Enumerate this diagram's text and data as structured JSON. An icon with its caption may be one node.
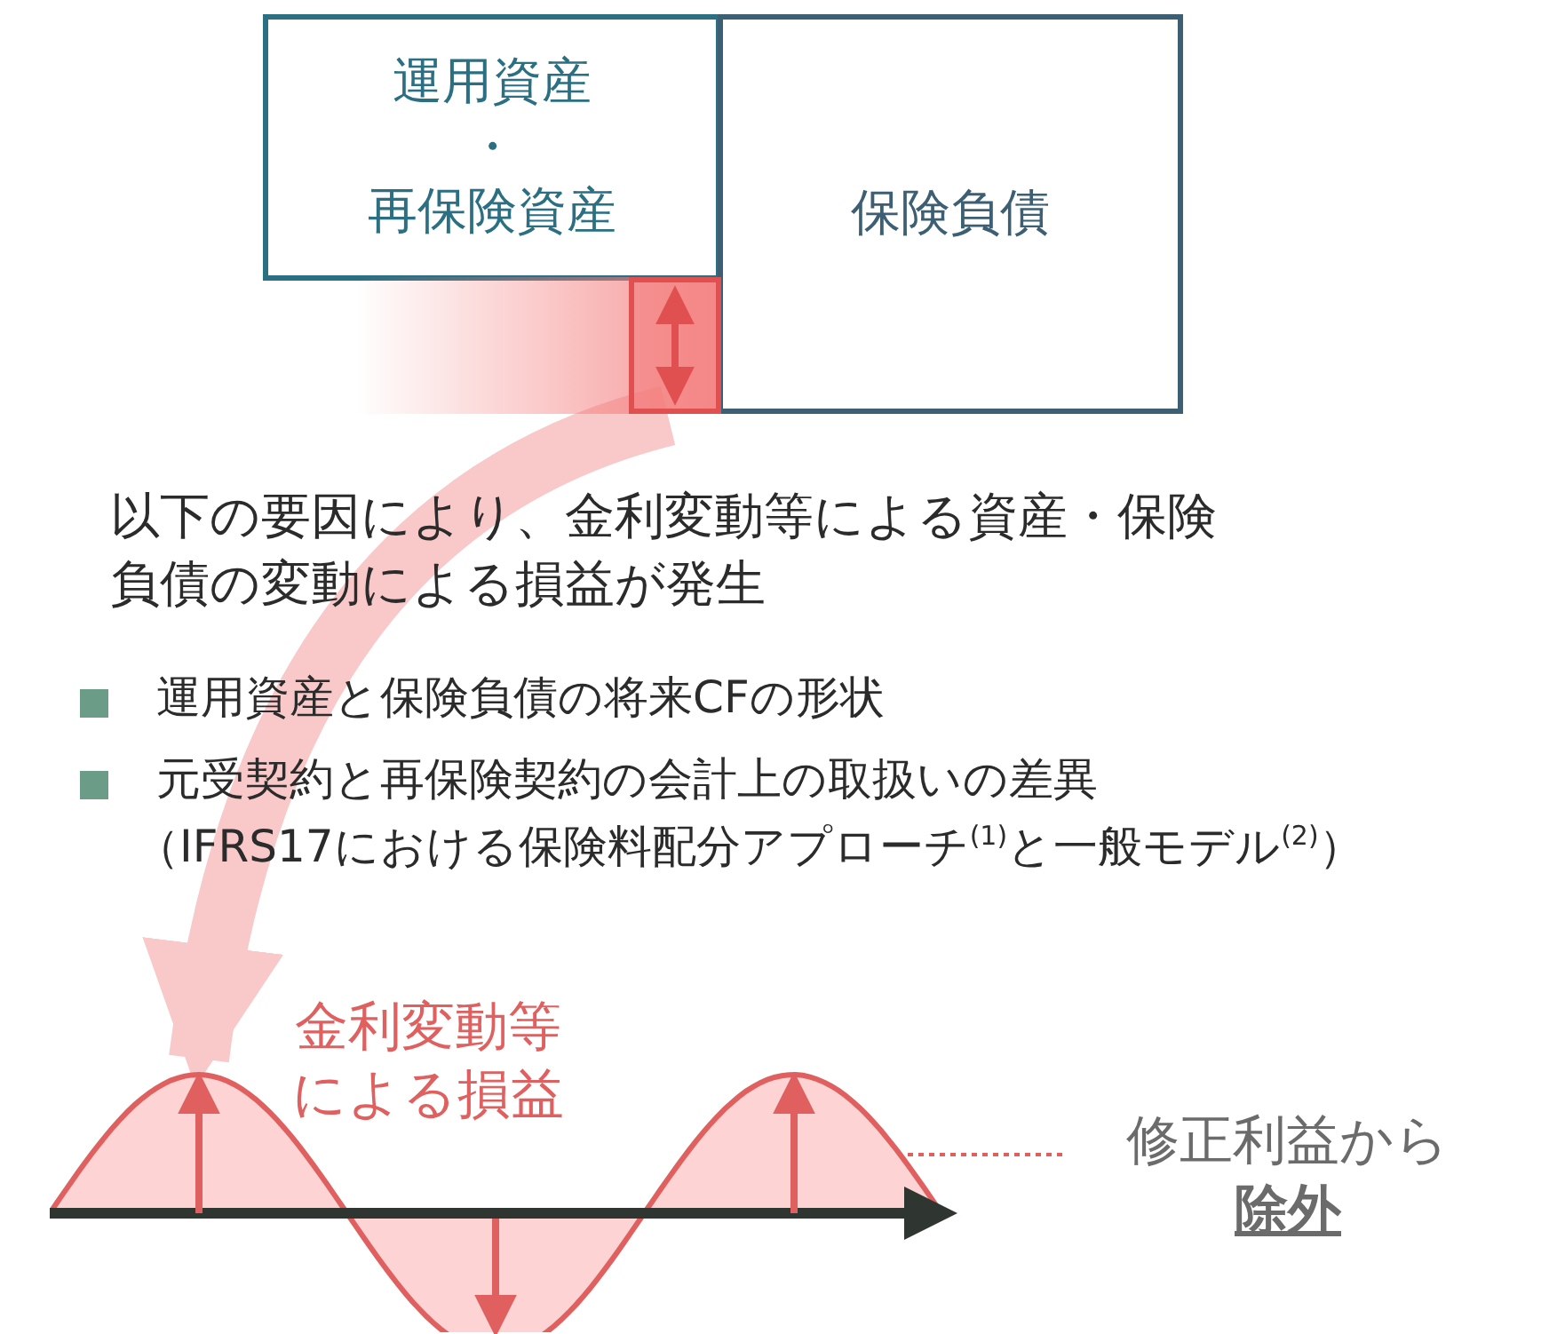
{
  "diagram": {
    "nodes": [
      {
        "text": [
          "運用資産",
          "・",
          "再保険資産"
        ]
      },
      {
        "text": [
          "保険負債"
        ]
      },
      {
        "text": [],
        "shape": "bar"
      },
      {
        "text": [],
        "shape": "curve",
        "beside": [
          "金利変動等による損益"
        ]
      },
      {
        "text": [
          "修正利益から",
          "除外"
        ]
      }
    ],
    "edges": [
      {
        "from": 2,
        "to": 3,
        "arrow": "to",
        "style": "thick",
        "color": "#f9c9c9"
      },
      {
        "from": 4,
        "to": 3,
        "arrow": "none",
        "style": "dashed",
        "color": "#e06060"
      }
    ],
    "labels": [
      "以下の要因により、金利変動等による資産・保険負債の変動による損益が発生",
      "運用資産と保険負債の将来CFの形状",
      "元受契約と再保険契約の会計上の取扱いの差異",
      "（IFRS17における保険料配分アプローチ$^{(1)}$と一般モデル$^{(2)}$）"
    ]
  }
}
